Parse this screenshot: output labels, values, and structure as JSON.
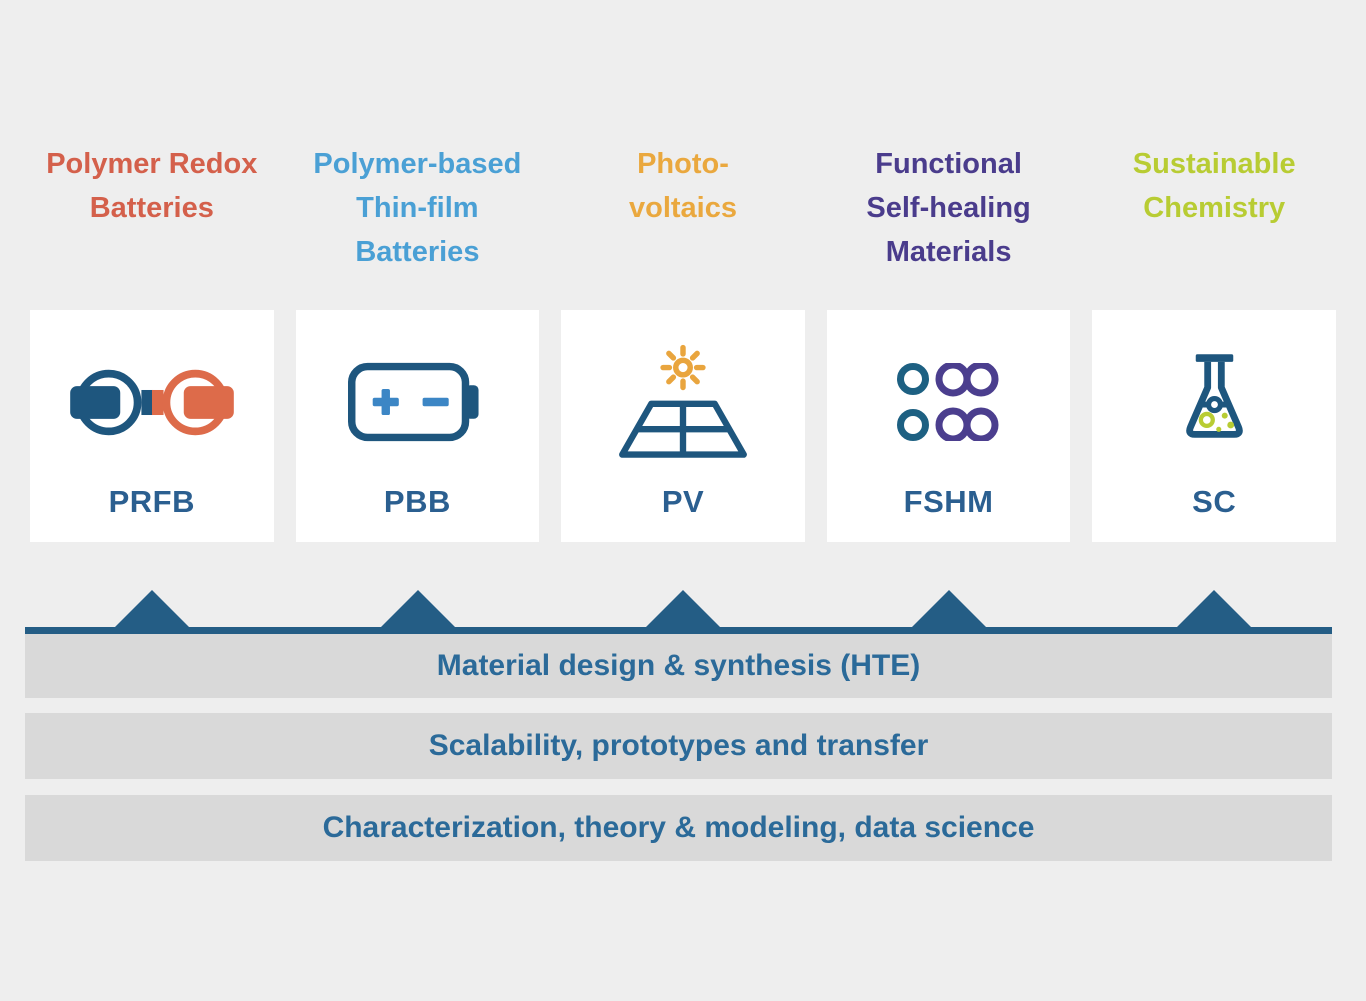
{
  "diagram": {
    "background_color": "#eeeeee",
    "card_color": "#ffffff",
    "timeline_color": "#245d85",
    "platform_bar_color": "#d9d9d9",
    "platform_text_color": "#2b6a99",
    "abbr_text_color": "#2b5f90",
    "icon_primary_blue": "#1e567e",
    "icon_light_blue": "#3c86c5",
    "icon_orange": "#dd6b4a",
    "icon_sun_yellow": "#e9a53e",
    "icon_purple": "#4b3e8e",
    "icon_teal": "#1d6082",
    "icon_lime": "#b8cc33"
  },
  "areas": [
    {
      "title_lines": [
        "Polymer Redox",
        "Batteries"
      ],
      "abbr": "PRFB",
      "color": "#d4604b",
      "icon": "redox-flow-battery-icon"
    },
    {
      "title_lines": [
        "Polymer-based",
        "Thin-film",
        "Batteries"
      ],
      "abbr": "PBB",
      "color": "#4aa0d5",
      "icon": "thin-film-battery-icon"
    },
    {
      "title_lines": [
        "Photo-",
        "voltaics"
      ],
      "abbr": "PV",
      "color": "#eaa83e",
      "icon": "solar-panel-sun-icon"
    },
    {
      "title_lines": [
        "Functional",
        "Self-healing",
        "Materials"
      ],
      "abbr": "FSHM",
      "color": "#4a3c8c",
      "icon": "molecule-rings-icon"
    },
    {
      "title_lines": [
        "Sustainable",
        "Chemistry"
      ],
      "abbr": "SC",
      "color": "#b8cc33",
      "icon": "erlenmeyer-flask-icon"
    }
  ],
  "platforms": [
    {
      "label": "Material design & synthesis (HTE)"
    },
    {
      "label": "Scalability, prototypes and transfer"
    },
    {
      "label": "Characterization, theory & modeling, data science"
    }
  ]
}
